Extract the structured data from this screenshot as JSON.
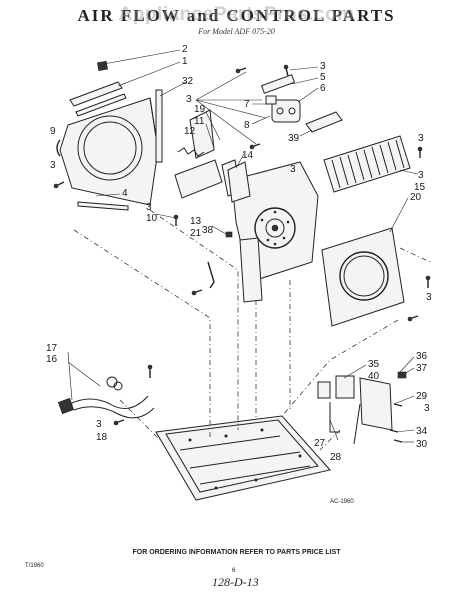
{
  "header": {
    "title": "AIR FLOW and CONTROL PARTS",
    "subtitle": "For Model ADF 075-20",
    "watermark": "AppliancePartsPros.com"
  },
  "callouts": [
    {
      "id": "c2",
      "text": "2"
    },
    {
      "id": "c1",
      "text": "1"
    },
    {
      "id": "c32",
      "text": "32"
    },
    {
      "id": "c3a",
      "text": "3"
    },
    {
      "id": "c5",
      "text": "5"
    },
    {
      "id": "c6",
      "text": "6"
    },
    {
      "id": "c3b",
      "text": "3"
    },
    {
      "id": "c19",
      "text": "19"
    },
    {
      "id": "c11",
      "text": "11"
    },
    {
      "id": "c12",
      "text": "12"
    },
    {
      "id": "c7",
      "text": "7"
    },
    {
      "id": "c8",
      "text": "8"
    },
    {
      "id": "c9",
      "text": "9"
    },
    {
      "id": "c3c",
      "text": "3"
    },
    {
      "id": "c39",
      "text": "39"
    },
    {
      "id": "c14",
      "text": "14"
    },
    {
      "id": "c3d",
      "text": "3"
    },
    {
      "id": "c3e",
      "text": "3"
    },
    {
      "id": "c3f",
      "text": "3"
    },
    {
      "id": "c15",
      "text": "15"
    },
    {
      "id": "c4",
      "text": "4"
    },
    {
      "id": "c20",
      "text": "20"
    },
    {
      "id": "c3g",
      "text": "3"
    },
    {
      "id": "c10",
      "text": "10"
    },
    {
      "id": "c13",
      "text": "13"
    },
    {
      "id": "c38",
      "text": "38"
    },
    {
      "id": "c21",
      "text": "21"
    },
    {
      "id": "c3h",
      "text": "3"
    },
    {
      "id": "c17",
      "text": "17"
    },
    {
      "id": "c16",
      "text": "16"
    },
    {
      "id": "c35",
      "text": "35"
    },
    {
      "id": "c36",
      "text": "36"
    },
    {
      "id": "c37",
      "text": "37"
    },
    {
      "id": "c40",
      "text": "40"
    },
    {
      "id": "c29",
      "text": "29"
    },
    {
      "id": "c3i",
      "text": "3"
    },
    {
      "id": "c18",
      "text": "18"
    },
    {
      "id": "c3j",
      "text": "3"
    },
    {
      "id": "c34",
      "text": "34"
    },
    {
      "id": "c30",
      "text": "30"
    },
    {
      "id": "c27",
      "text": "27"
    },
    {
      "id": "c28",
      "text": "28"
    }
  ],
  "footer": {
    "ref_code": "AC-1960",
    "order_note": "FOR ORDERING INFORMATION REFER TO PARTS PRICE LIST",
    "left_code": "T/1960",
    "page_number": "6",
    "handwritten": "128-D-13"
  }
}
